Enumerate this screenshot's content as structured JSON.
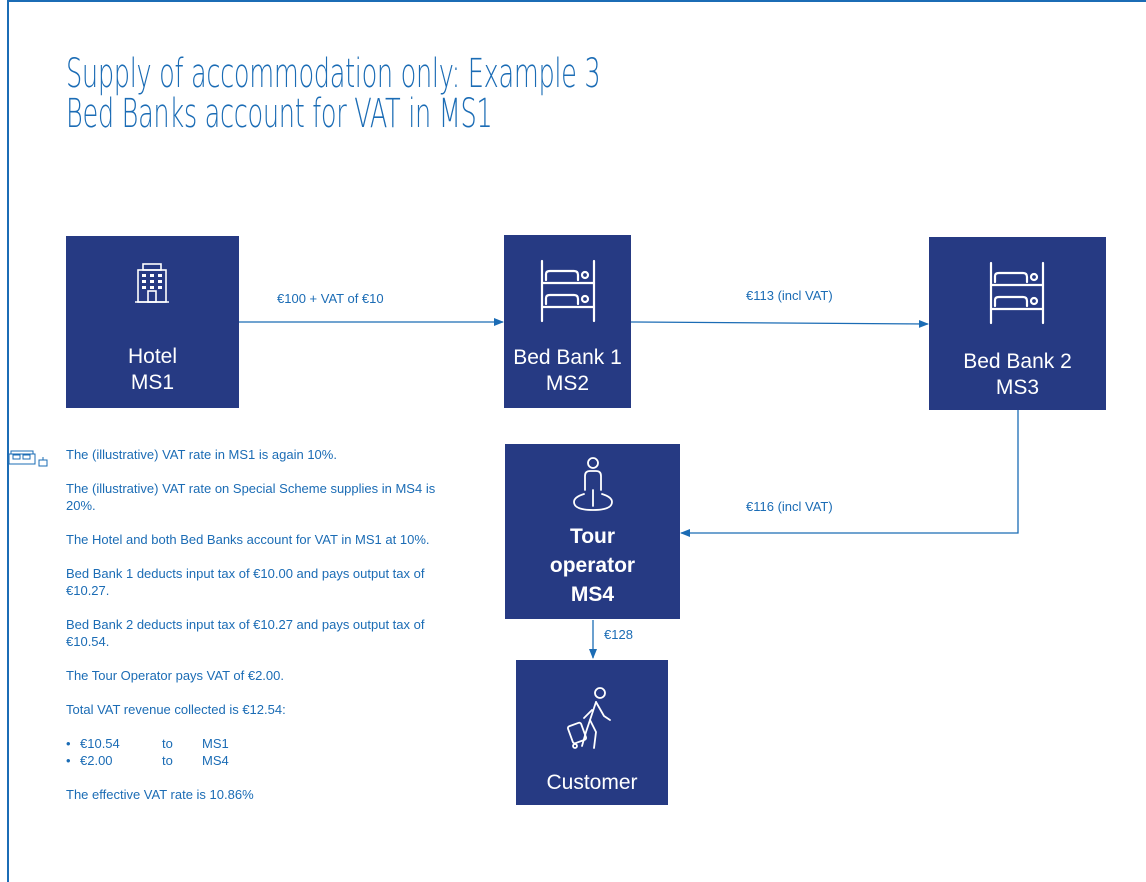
{
  "title": {
    "line1": "Supply of accommodation only:  Example 3",
    "line2": "Bed Banks account for VAT in MS1"
  },
  "nodes": {
    "hotel": {
      "name": "Hotel",
      "ms": "MS1",
      "icon": "hotel-building-icon"
    },
    "bedbank1": {
      "name": "Bed Bank 1",
      "ms": "MS2",
      "icon": "bunk-bed-icon"
    },
    "bedbank2": {
      "name": "Bed Bank 2",
      "ms": "MS3",
      "icon": "bunk-bed-icon"
    },
    "tour_operator": {
      "line1": "Tour",
      "line2": "operator",
      "line3": "MS4",
      "icon": "location-person-icon"
    },
    "customer": {
      "name": "Customer",
      "icon": "traveler-luggage-icon"
    }
  },
  "flows": {
    "hotel_to_bb1": "€100 + VAT of €10",
    "bb1_to_bb2": "€113 (incl VAT)",
    "bb2_to_tour": "€116 (incl VAT)",
    "tour_to_customer": "€128"
  },
  "notes": {
    "p1": "The (illustrative)  VAT rate in MS1 is again 10%.",
    "p2": "The (illustrative)  VAT rate on Special Scheme supplies in MS4 is 20%.",
    "p3": "The Hotel and both Bed Banks account for VAT in MS1 at 10%.",
    "p4": "Bed Bank 1 deducts input tax of €10.00 and pays output tax of €10.27.",
    "p5": "Bed Bank 2 deducts input tax of €10.27 and pays output tax of €10.54.",
    "p6": "The Tour Operator pays VAT of €2.00.",
    "p7": "Total VAT revenue collected is €12.54:",
    "bullets": [
      {
        "amount": "€10.54",
        "to": "to",
        "ms": "MS1"
      },
      {
        "amount": "€2.00",
        "to": "to",
        "ms": "MS4"
      }
    ],
    "p8": "The effective VAT rate is 10.86%"
  },
  "colors": {
    "box": "#263a83",
    "accent": "#1b6cb5",
    "arrow": "#1b6cb5"
  }
}
